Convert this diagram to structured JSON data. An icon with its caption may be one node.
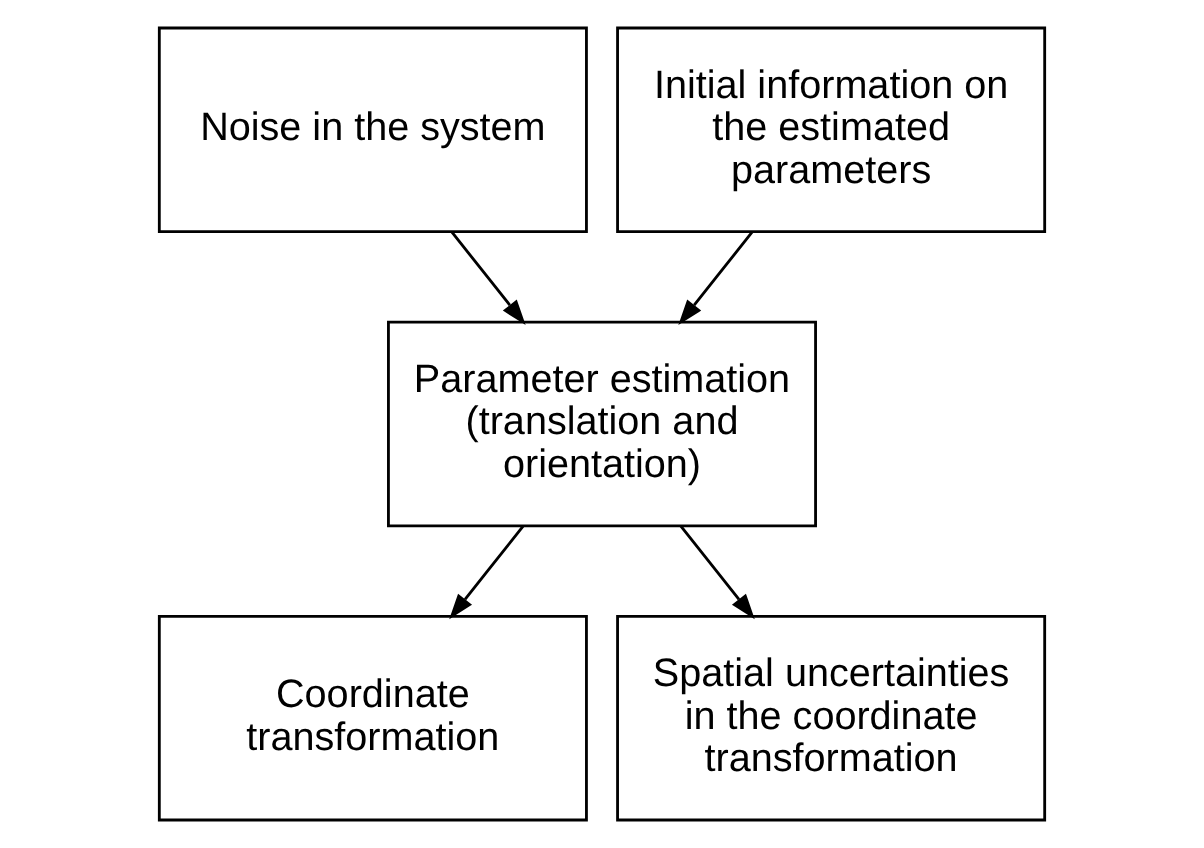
{
  "diagram": {
    "nodes": [
      {
        "text": [
          "Noise in the system"
        ]
      },
      {
        "text": [
          "Initial information on the estimated parameters"
        ]
      },
      {
        "text": [
          "Parameter estimation (translation and orientation)"
        ]
      },
      {
        "text": [
          "Coordinate transformation"
        ]
      },
      {
        "text": [
          "Spatial uncertainties in the coordinate transformation"
        ]
      }
    ],
    "edges": [
      {
        "from": 0,
        "to": 2,
        "arrow": "to"
      },
      {
        "from": 1,
        "to": 2,
        "arrow": "to"
      },
      {
        "from": 2,
        "to": 3,
        "arrow": "to"
      },
      {
        "from": 2,
        "to": 4,
        "arrow": "to"
      }
    ]
  }
}
